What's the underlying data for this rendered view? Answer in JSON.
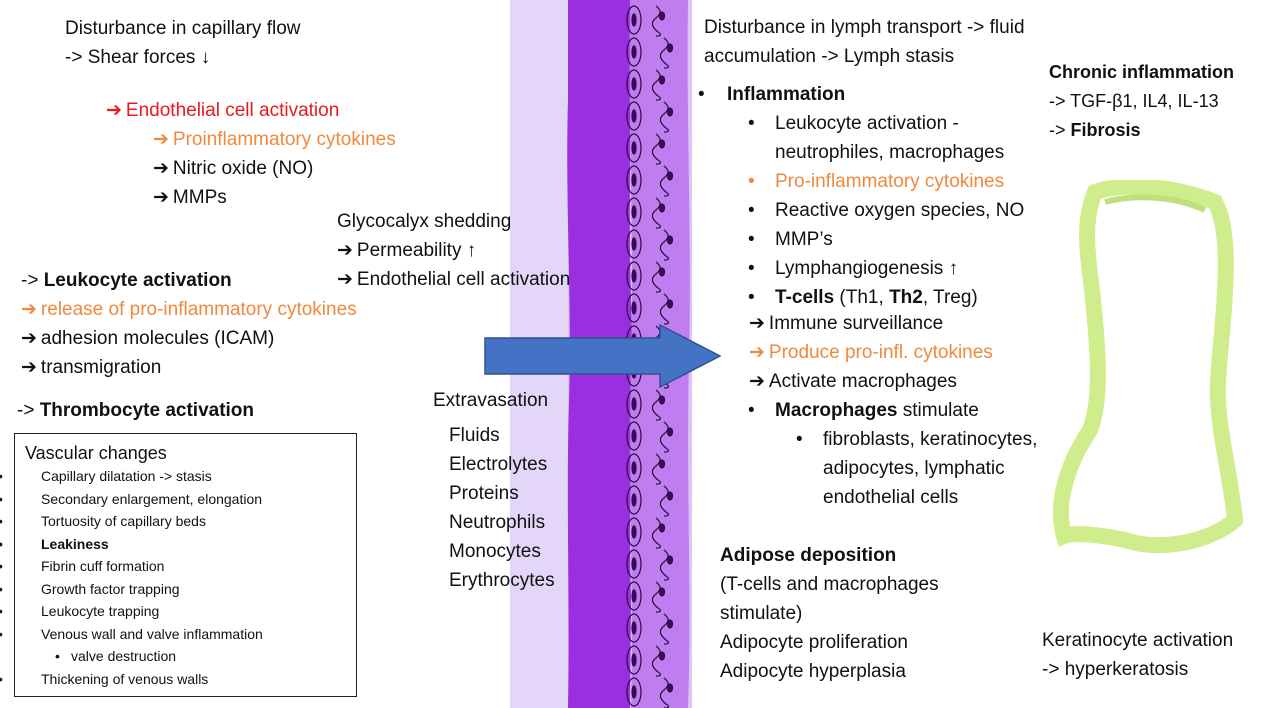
{
  "left": {
    "capillary": [
      "Disturbance in capillary flow",
      "-> Shear forces ↓"
    ],
    "endothelial": "Endothelial cell activation",
    "endothelial_items": [
      "Proinflammatory cytokines",
      "Nitric oxide (NO)",
      "MMPs"
    ],
    "leukocyte_prefix": "-> ",
    "leukocyte_title": "Leukocyte activation",
    "leukocyte_items": [
      "release of pro-inflammatory cytokines",
      "adhesion molecules (ICAM)",
      "transmigration"
    ],
    "thrombo_prefix": "-> ",
    "thrombo_title": "Thrombocyte activation"
  },
  "glycocalyx": {
    "title": "Glycocalyx shedding",
    "items": [
      "Permeability ↑",
      "Endothelial cell activation"
    ]
  },
  "vascular": {
    "title": "Vascular changes",
    "items": [
      "Capillary dilatation -> stasis",
      "Secondary enlargement, elongation",
      "Tortuosity of capillary beds",
      "Leakiness",
      "Fibrin cuff formation",
      "Growth factor trapping",
      "Leukocyte trapping",
      "Venous wall  and valve inflammation",
      "valve destruction",
      "Thickening of venous walls"
    ]
  },
  "extravasation": {
    "title": "Extravasation",
    "items": [
      "Fluids",
      "Electrolytes",
      "Proteins",
      "Neutrophils",
      "Monocytes",
      "Erythrocytes"
    ]
  },
  "lymph": {
    "line1": "Disturbance in lymph transport -> fluid",
    "line2": "accumulation -> Lymph stasis"
  },
  "inflammation": {
    "title": "Inflammation",
    "leuko_line1": "Leukocyte activation  -",
    "leuko_line2": "neutrophiles, macrophages",
    "cytokines": "Pro-inflammatory cytokines",
    "ros": "Reactive oxygen species, NO",
    "mmp": "MMP’s",
    "lymphangio": "Lymphangiogenesis ↑",
    "tcells_bold": "T-cells",
    "tcells_open": " (Th1, ",
    "tcells_th2": "Th2",
    "tcells_close": ", Treg)",
    "tcell_actions": [
      "Immune surveillance",
      "Produce pro-infl. cytokines",
      "Activate macrophages"
    ],
    "macro_bold": "Macrophages",
    "macro_rest": " stimulate",
    "macro_targets": [
      "fibroblasts, keratinocytes,",
      "adipocytes, lymphatic",
      "endothelial cells"
    ]
  },
  "chronic": {
    "title": "Chronic inflammation",
    "line1": "-> TGF-β1, IL4, IL-13",
    "prefix2": "-> ",
    "fibrosis": "Fibrosis"
  },
  "adipose": {
    "title": "Adipose deposition",
    "lines": [
      " (T-cells and macrophages",
      "stimulate)",
      "Adipocyte proliferation",
      "Adipocyte hyperplasia"
    ]
  },
  "keratinocyte": {
    "line1": "Keratinocyte activation",
    "line2": "-> hyperkeratosis"
  },
  "colors": {
    "red": "#e8191e",
    "orange": "#f0883e",
    "vessel_outer": "#d9c6f5",
    "vessel_inner": "#9a2fe0",
    "arrow": "#4472c4",
    "lymph_vessel": "#cfed8d"
  }
}
